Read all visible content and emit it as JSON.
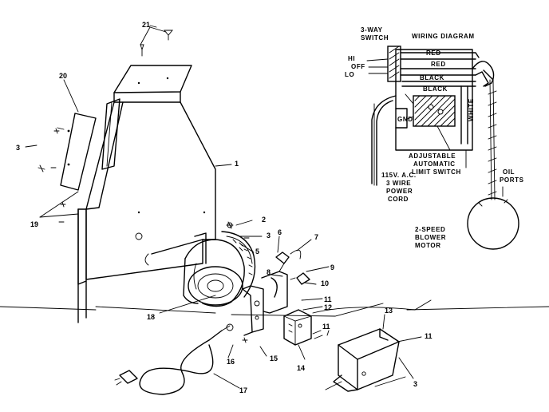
{
  "wiring": {
    "title": "WIRING DIAGRAM",
    "switch_label_1": "3-WAY",
    "switch_label_2": "SWITCH",
    "hi": "HI",
    "off": "OFF",
    "lo": "LO",
    "wire_red_1": "RED",
    "wire_red_2": "RED",
    "wire_black_1": "BLACK",
    "wire_black_2": "BLACK",
    "wire_white": "WHITE",
    "gnd": "GND",
    "limit_1": "ADJUSTABLE",
    "limit_2": "AUTOMATIC",
    "limit_3": "LIMIT SWITCH",
    "power_1": "115V. A.C.",
    "power_2": "3 WIRE",
    "power_3": "POWER",
    "power_4": "CORD",
    "oil_1": "OIL",
    "oil_2": "PORTS",
    "motor_1": "2-SPEED",
    "motor_2": "BLOWER",
    "motor_3": "MOTOR"
  },
  "parts": {
    "p21": "21",
    "p20": "20",
    "p3a": "3",
    "p1": "1",
    "p19": "19",
    "p2": "2",
    "p3b": "3",
    "p5": "5",
    "p6": "6",
    "p7": "7",
    "p8": "8",
    "p9": "9",
    "p10": "10",
    "p11a": "11",
    "p12": "12",
    "p18": "18",
    "p11b": "11",
    "p13": "13",
    "p11c": "11",
    "p14": "14",
    "p15": "15",
    "p16": "16",
    "p17": "17",
    "p3c": "3"
  }
}
